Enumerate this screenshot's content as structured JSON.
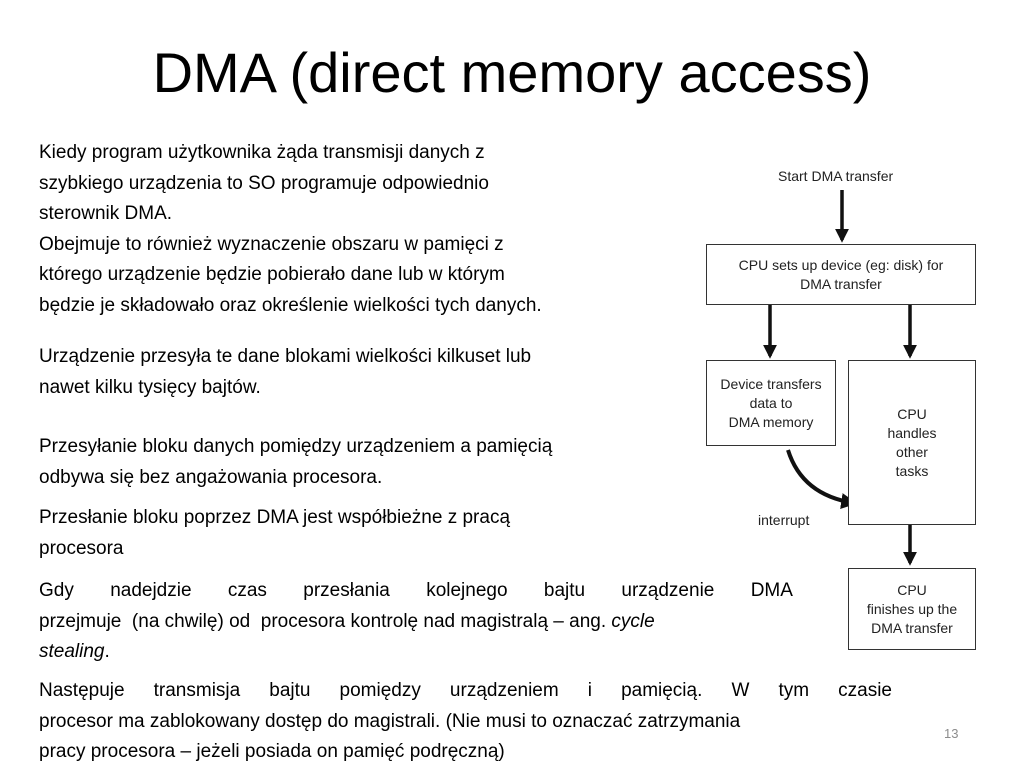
{
  "slide": {
    "title": "DMA (direct memory access)",
    "page_number": "13"
  },
  "body": {
    "p1": [
      "Kiedy program użytkownika żąda transmisji danych z",
      "szybkiego urządzenia to SO programuje odpowiednio",
      "sterownik DMA.",
      "Obejmuje to również wyznaczenie obszaru w pamięci z",
      "którego urządzenie będzie pobierało dane lub w którym",
      "będzie je składowało oraz określenie wielkości tych danych."
    ],
    "p2": [
      "Urządzenie przesyła te dane blokami wielkości kilkuset lub",
      "nawet kilku tysięcy bajtów."
    ],
    "p3": [
      "Przesyłanie bloku danych pomiędzy urządzeniem a pamięcią",
      "odbywa się bez angażowania procesora."
    ],
    "p4": [
      "Przesłanie bloku poprzez DMA jest współbieżne z pracą",
      "procesora"
    ],
    "p5": {
      "line1_words": [
        "Gdy",
        "nadejdzie",
        "czas",
        "przesłania",
        "kolejnego",
        "bajtu",
        "urządzenie",
        "DMA"
      ],
      "line2_text": "przejmuje  (na chwilę) od  procesora kontrolę nad magistralą – ang. ",
      "line2_italic": "cycle",
      "line3_italic": "stealing",
      "line3_rest": "."
    },
    "p6": {
      "line1_words": [
        "Następuje",
        "transmisja",
        "bajtu",
        "pomiędzy",
        "urządzeniem",
        "i",
        "pamięcią.",
        "W",
        "tym",
        "czasie"
      ],
      "line2": "procesor ma zablokowany dostęp do magistrali. (Nie musi to oznaczać zatrzymania",
      "line3": "pracy procesora – jeżeli posiada on pamięć podręczną)"
    }
  },
  "diagram": {
    "start_label": "Start DMA transfer",
    "setup_box": [
      "CPU sets up device (eg: disk) for",
      "DMA transfer"
    ],
    "device_box": [
      "Device transfers",
      "data to",
      "DMA memory"
    ],
    "cpu_box": [
      "CPU",
      "handles",
      "other",
      "tasks"
    ],
    "interrupt_label": "interrupt",
    "finish_box": [
      "CPU",
      "finishes up the",
      "DMA transfer"
    ]
  }
}
